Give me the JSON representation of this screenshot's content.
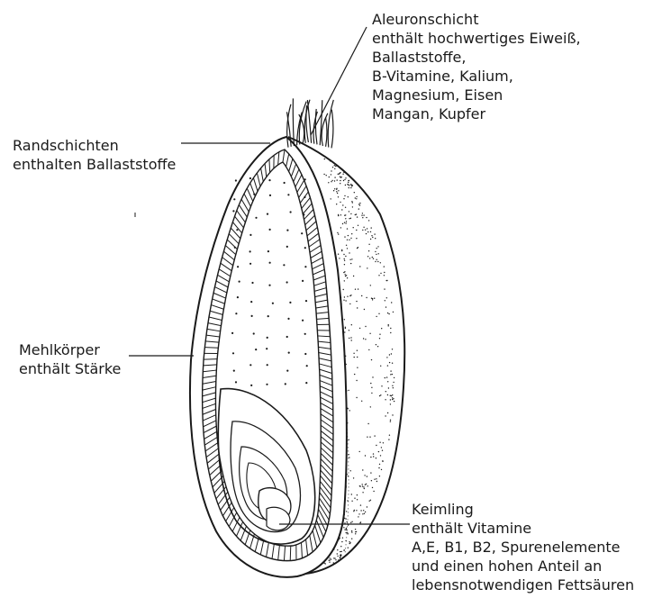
{
  "labels": {
    "aleuron": {
      "lines": [
        "Aleuronschicht",
        "enthält hochwertiges Eiweiß,",
        "Ballaststoffe,",
        "B-Vitamine, Kalium,",
        "Magnesium, Eisen",
        "Mangan, Kupfer"
      ]
    },
    "randschichten": {
      "lines": [
        "Randschichten",
        "enthalten Ballaststoffe"
      ]
    },
    "mehlkoerper": {
      "lines": [
        "Mehlkörper",
        "enthält Stärke"
      ]
    },
    "keimling": {
      "lines": [
        "Keimling",
        "enthält Vitamine",
        "A,E, B1, B2, Spurenelemente",
        "und einen hohen Anteil an",
        "lebensnotwendigen Fettsäuren"
      ]
    }
  },
  "colors": {
    "ink": "#1a1a1a",
    "background": "#ffffff"
  }
}
